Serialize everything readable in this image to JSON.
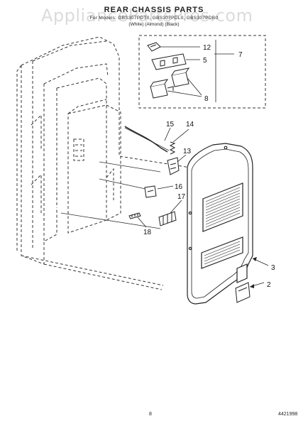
{
  "header": {
    "title": "REAR CHASSIS PARTS",
    "models": "For Models: GBS307PDT0, GBS307PDL0, GBS307PDB0",
    "colors": "(White)   (Almond)   (Black)"
  },
  "watermark": "AppliancePartsPros.com",
  "callouts": {
    "c2": "2",
    "c3": "3",
    "c5": "5",
    "c7": "7",
    "c8": "8",
    "c12": "12",
    "c13": "13",
    "c14": "14",
    "c15": "15",
    "c16": "16",
    "c17": "17",
    "c18": "18"
  },
  "footer": {
    "page_number": "8",
    "document_number": "4421998"
  }
}
